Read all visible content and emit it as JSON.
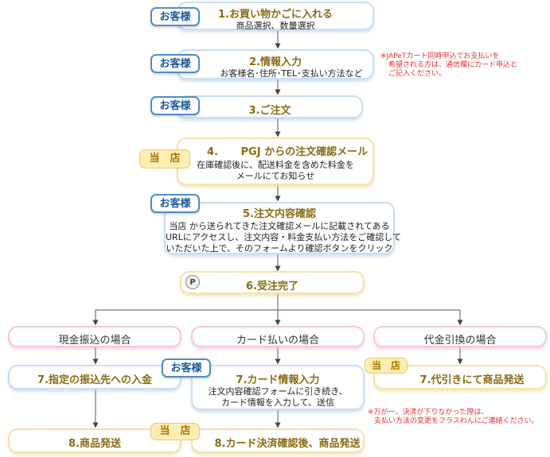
{
  "steps": {
    "s1": {
      "title": "1.お買い物かごに入れる",
      "sub": "商品選択、数量選択"
    },
    "s2": {
      "title": "2.情報入力",
      "sub": "お客様名･住所･TEL･支払い方法など"
    },
    "s3": {
      "title": "3.ご注文"
    },
    "s4": {
      "num": "4.",
      "title": "PGJ からの注文確認メール",
      "sub1": "在庫確認後に、配送料金を含めた料金を",
      "sub2": "メールにてお知らせ"
    },
    "s5": {
      "title": "5.注文内容確認",
      "sub1": "当店 から送られてきた注文確認メールに記載されてある",
      "sub2": "URLにアクセスし、注文内容・料金支払い方法をご確認して",
      "sub3": "いただいた上で、そのフォームより確認ボタンをクリック"
    },
    "s6": {
      "title": "6.受注完了",
      "mark": "P"
    }
  },
  "branches": {
    "cash": {
      "header": "現金振込の場合",
      "step7": "7.指定の振込先への入金",
      "step8": "8.商品発送"
    },
    "card": {
      "header": "カード払いの場合",
      "step7_title": "7.カード情報入力",
      "step7_sub1": "注文内容確認フォームに引き続き、",
      "step7_sub2": "カード情報を入力して、送信",
      "step8": "8.カード決済確認後、商品発送"
    },
    "cod": {
      "header": "代金引換の場合",
      "step7": "7.代引きにて商品発送"
    }
  },
  "badges": {
    "customer": "お客様",
    "store": "当　店"
  },
  "notes": {
    "card_note": [
      "※JAPeTカート同時申込でお支払いを",
      "希望される方は、通信欄にカード申込と",
      "ご記入ください。"
    ],
    "decline_note": [
      "※万が一、決済が下りなかった際は、",
      "支払い方法の変更をフラスわんにご連絡ください。"
    ]
  },
  "colors": {
    "customer_badge": "#4f8cc9",
    "store_badge": "#fdefb3",
    "title_text": "#8a6b14",
    "note_text": "#e53030"
  }
}
